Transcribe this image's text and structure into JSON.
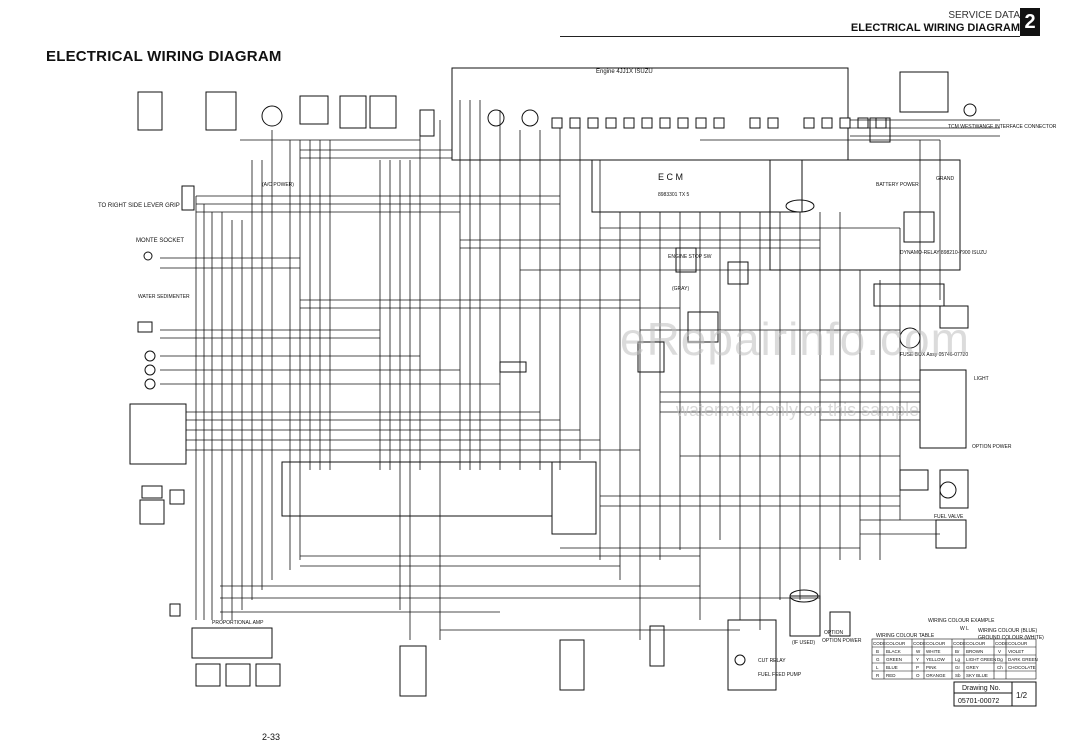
{
  "header": {
    "section_label": "SERVICE DATA",
    "section_title": "ELECTRICAL WIRING DIAGRAM",
    "chapter": "2"
  },
  "page": {
    "title": "ELECTRICAL WIRING DIAGRAM",
    "number": "2-33"
  },
  "watermark": {
    "main": "eRepairinfo.com",
    "sub": "watermark only on this sample"
  },
  "labels": {
    "engine": "Engine 4JJ1X ISUZU",
    "ecm": "E C M",
    "ecm_sub": "8983301 TX 5",
    "right_lever": "TO RIGHT SIDE LEVER GRIP",
    "monte_socket": "MONTE SOCKET",
    "water_sed": "WATER SEDIMENTER",
    "engine_stop": "ENGINE STOP SW",
    "ac_power": "(A/C POWER)",
    "fuse_box": "FUSE BOX Assy 05746-07720",
    "dynamo_relay": "DYNAMO-RELAY 898210-7900 ISUZU",
    "tcm": "TCM WESTWANGE INTERFACE CONNECTOR",
    "battery_power": "BATTERY POWER",
    "grand": "GRAND",
    "proportional": "PROPORTIONAL AMP",
    "fuel_valve": "FUEL VALVE",
    "option": "OPTION",
    "if_used": "(IF USED)",
    "option_power": "OPTION POWER",
    "cut_relay": "CUT RELAY",
    "fuel_feed": "FUEL FEED PUMP",
    "light": "LIGHT",
    "option_power_fuse": "OPTION POWER",
    "gray": "(GRAY)"
  },
  "colour_example": {
    "title": "WIRING COLOUR EXAMPLE",
    "example": "W L",
    "base": "WIRING COLOUR (BLUE)",
    "ground": "GROUND COLOUR (WHITE)"
  },
  "colour_table": {
    "title": "WIRING COLOUR TABLE",
    "headers": [
      "CODE",
      "COLOUR",
      "CODE",
      "COLOUR",
      "CODE",
      "COLOUR"
    ],
    "rows": [
      [
        "B",
        "BLACK",
        "W",
        "WHITE",
        "Br",
        "BROWN"
      ],
      [
        "G",
        "GREEN",
        "Y",
        "YELLOW",
        "Lg",
        "LIGHT GREEN"
      ],
      [
        "L",
        "BLUE",
        "P",
        "PINK",
        "Gr",
        "GREY"
      ],
      [
        "R",
        "RED",
        "O",
        "ORANGE",
        "Sb",
        "SKY BLUE"
      ]
    ],
    "extra_headers": [
      "CODE",
      "COLOUR"
    ],
    "extra_rows": [
      [
        "V",
        "VIOLET"
      ],
      [
        "Dg",
        "DARK GREEN"
      ],
      [
        "Ch",
        "CHOCOLATE"
      ],
      [
        "",
        ""
      ]
    ]
  },
  "drawing_box": {
    "label": "Drawing No.",
    "number": "05701-00072",
    "sheet": "1/2"
  }
}
